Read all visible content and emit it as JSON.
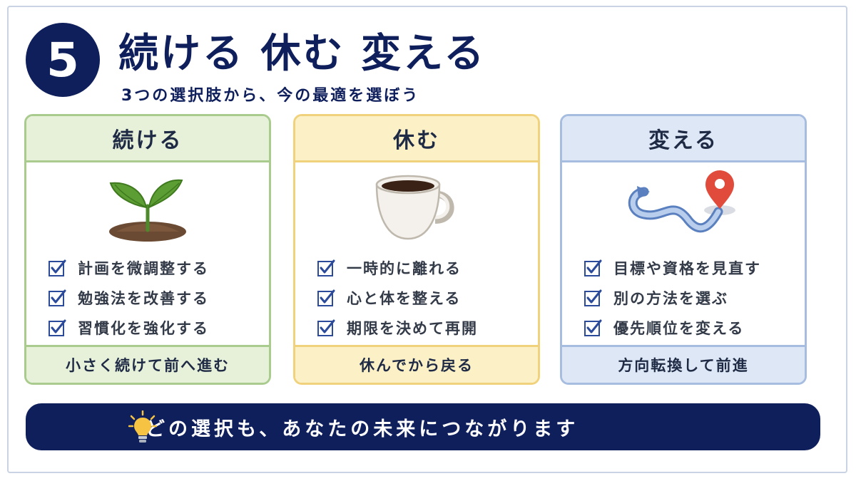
{
  "header": {
    "number": "5",
    "title": "続ける 休む 変える",
    "subtitle": "3つの選択肢から、今の最適を選ぼう"
  },
  "cards": [
    {
      "title": "続ける",
      "icon": "sprout-icon",
      "items": [
        "計画を微調整する",
        "勉強法を改善する",
        "習慣化を強化する"
      ],
      "footer": "小さく続けて前へ進む",
      "accent": "#a9cc8e"
    },
    {
      "title": "休む",
      "icon": "coffee-cup-icon",
      "items": [
        "一時的に離れる",
        "心と体を整える",
        "期限を決めて再開"
      ],
      "footer": "休んでから戻る",
      "accent": "#f1d27c"
    },
    {
      "title": "変える",
      "icon": "route-pin-icon",
      "items": [
        "目標や資格を見直す",
        "別の方法を選ぶ",
        "優先順位を変える"
      ],
      "footer": "方向転換して前進",
      "accent": "#a6bde0"
    }
  ],
  "banner": {
    "icon": "lightbulb-icon",
    "text": "どの選択も、あなたの未来につながります"
  },
  "colors": {
    "navy": "#0f1f5c",
    "check": "#2c4a9a"
  }
}
